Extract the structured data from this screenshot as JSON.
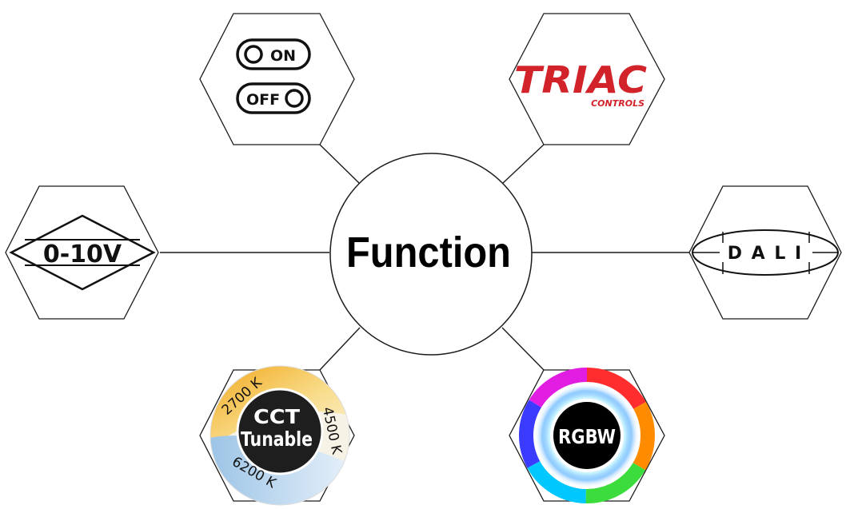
{
  "center": {
    "label": "Function"
  },
  "nodes": {
    "onoff": {
      "on_label": "ON",
      "off_label": "OFF",
      "icon": "on-off-switch-icon"
    },
    "triac": {
      "brand": "TRIAC",
      "sub": "CONTROLS",
      "color": "#d2232a",
      "icon": "triac-logo"
    },
    "zero_ten": {
      "label": "0-10V",
      "icon": "diamond-icon"
    },
    "dali": {
      "label": "D A L I",
      "icon": "dali-logo"
    },
    "cct": {
      "line1": "CCT",
      "line2": "Tunable",
      "k1": "2700 K",
      "k2": "4500 K",
      "k3": "6200 K",
      "icon": "cct-dial-icon"
    },
    "rgbw": {
      "label": "RGBW",
      "icon": "rgbw-ring-icon"
    }
  }
}
